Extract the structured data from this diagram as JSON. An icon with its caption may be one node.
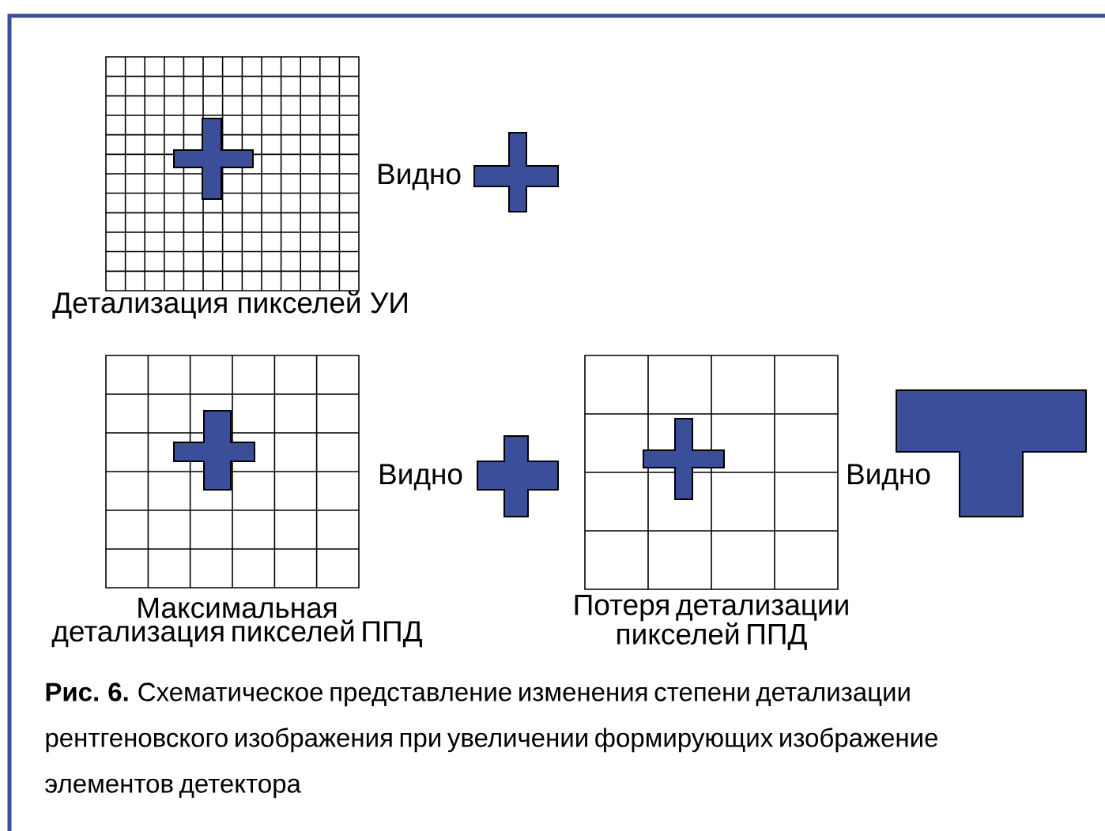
{
  "diagram": {
    "caption": "**Рис. 6.** Схематическое представление изменения степени детализации рентгеновского изображения при увеличении формирующих изображение элементов детектора",
    "labels": [
      "Видно",
      "Детализация пикселей УИ",
      "Видно",
      "Видно",
      "Максимальная детализация пикселей ППД",
      "Потеря детализации пикселей ППД"
    ]
  }
}
